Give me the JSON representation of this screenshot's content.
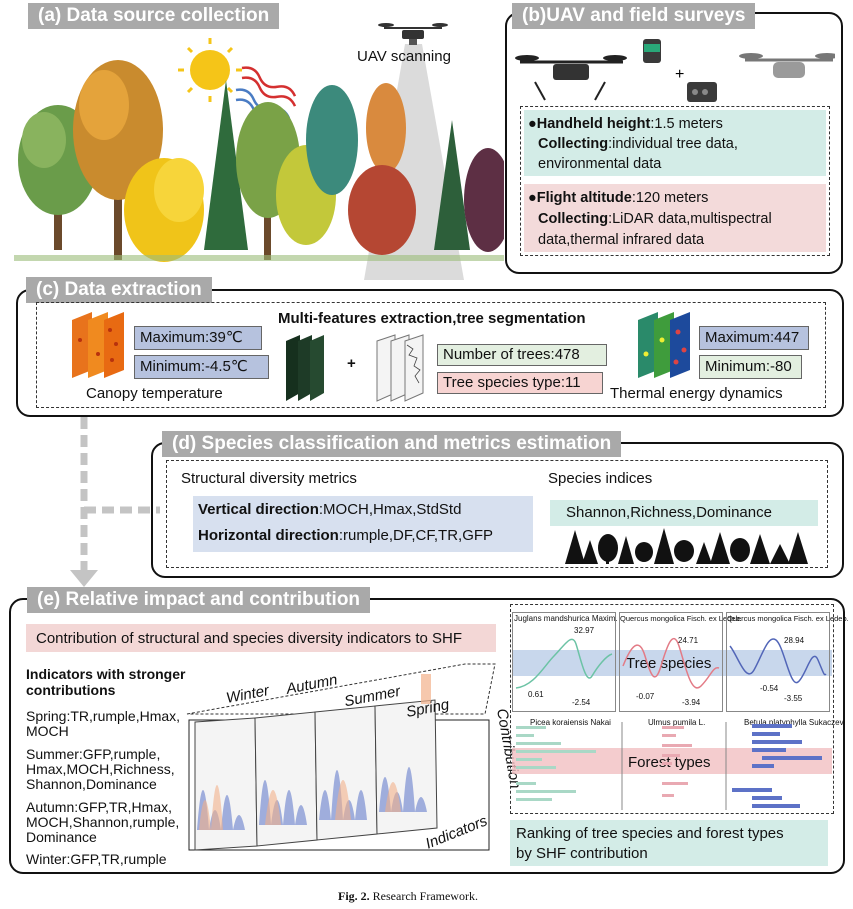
{
  "colors": {
    "title_bg": "#a9a9a9",
    "blue_box": "#b6c2de",
    "green_box": "#e3efe0",
    "pink_box": "#f7d4d2",
    "teal_box": "#d3ece7",
    "rose_box": "#f3dada",
    "light_blue": "#d7e0ef",
    "sun": "#f5c518"
  },
  "sections": {
    "a": {
      "title": "(a) Data source collection",
      "uav_label": "UAV scanning"
    },
    "b": {
      "title": "(b)UAV and field surveys",
      "box1": {
        "k1": "Handheld height",
        "v1": ":1.5 meters",
        "k2": "Collecting",
        "v2": ":individual tree data,",
        "v2b": "environmental data"
      },
      "box2": {
        "k1": "Flight altitude",
        "v1": ":120 meters",
        "k2": "Collecting",
        "v2": ":LiDAR data,multispectral",
        "v2b": "data,thermal infrared data"
      },
      "plus": "+"
    },
    "c": {
      "title": "(c)  Data extraction",
      "center_title": "Multi-features extraction,tree segmentation",
      "max_temp": "Maximum:39℃",
      "min_temp": "Minimum:-4.5℃",
      "canopy_label": "Canopy temperature",
      "num_trees": "Number of trees:478",
      "species_type": "Tree species type:11",
      "max_e": "Maximum:447",
      "min_e": "Minimum:-80",
      "thermal_label": "Thermal energy dynamics",
      "plus": "+"
    },
    "d": {
      "title": "(d)  Species classification and metrics estimation",
      "struct_title": "Structural diversity metrics",
      "species_title": "Species indices",
      "vert_k": "Vertical direction",
      "vert_v": ":MOCH,Hmax,StdStd",
      "horiz_k": "Horizontal direction",
      "horiz_v": ":rumple,DF,CF,TR,GFP",
      "species_list": "Shannon,Richness,Dominance"
    },
    "e": {
      "title": "(e)  Relative impact and contribution",
      "banner": "Contribution of structural and species diversity indicators to SHF",
      "ind_title1": "Indicators with stronger",
      "ind_title2": "contributions",
      "spring1": "Spring:TR,rumple,Hmax,",
      "spring2": "MOCH",
      "summer1": "Summer:GFP,rumple,",
      "summer2": "Hmax,MOCH,Richness,",
      "summer3": "Shannon,Dominance",
      "autumn1": "Autumn:GFP,TR,Hmax,",
      "autumn2": "MOCH,Shannon,rumple,",
      "autumn3": "Dominance",
      "winter": "Winter:GFP,TR,rumple",
      "seasons": [
        "Winter",
        "Autumn",
        "Summer",
        "Spring"
      ],
      "axis_contrib": "Contribution",
      "axis_ind": "Indicators",
      "tree_species": "Tree species",
      "forest_types": "Forest types",
      "ranking1": "Ranking of tree species and forest types",
      "ranking2": "by SHF contribution",
      "plots": [
        {
          "title": "Juglans mandshurica Maxim.",
          "bottom": "Picea koraiensis Nakai",
          "v_top": "32.97",
          "v_left": "0.61",
          "v_bottom": "-2.54"
        },
        {
          "title": "Quercus mongolica Fisch. ex Ledeb.",
          "bottom": "Ulmus pumila L.",
          "v_top": "24.71",
          "v_left": "-0.07",
          "v_bottom": "-3.94"
        },
        {
          "title": "Quercus mongolica Fisch. ex Ledeb.",
          "bottom": "Betula platyphylla Sukaczev.",
          "v_top": "28.94",
          "v_left": "-0.54",
          "v_bottom": "-3.55"
        }
      ]
    }
  },
  "caption": {
    "label": "Fig. 2.",
    "text": " Research Framework."
  }
}
